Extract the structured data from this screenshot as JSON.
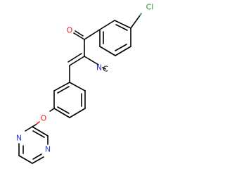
{
  "structure": {
    "atoms": {
      "oxygen_ketone": {
        "symbol": "O",
        "color": "#e8211b"
      },
      "chlorine": {
        "symbol": "Cl",
        "color": "#2f8a2f"
      },
      "nitrile_nitrogen": {
        "symbol": "N",
        "color": "#2f38e0"
      },
      "ether_oxygen": {
        "symbol": "O",
        "color": "#e8211b"
      },
      "pyrimidine_n1": {
        "symbol": "N",
        "color": "#2f38e0"
      },
      "pyrimidine_n3": {
        "symbol": "N",
        "color": "#2f38e0"
      },
      "nitrile_carbon": {
        "symbol": "C",
        "color": "#000000"
      }
    },
    "bond_color": "#000000"
  }
}
